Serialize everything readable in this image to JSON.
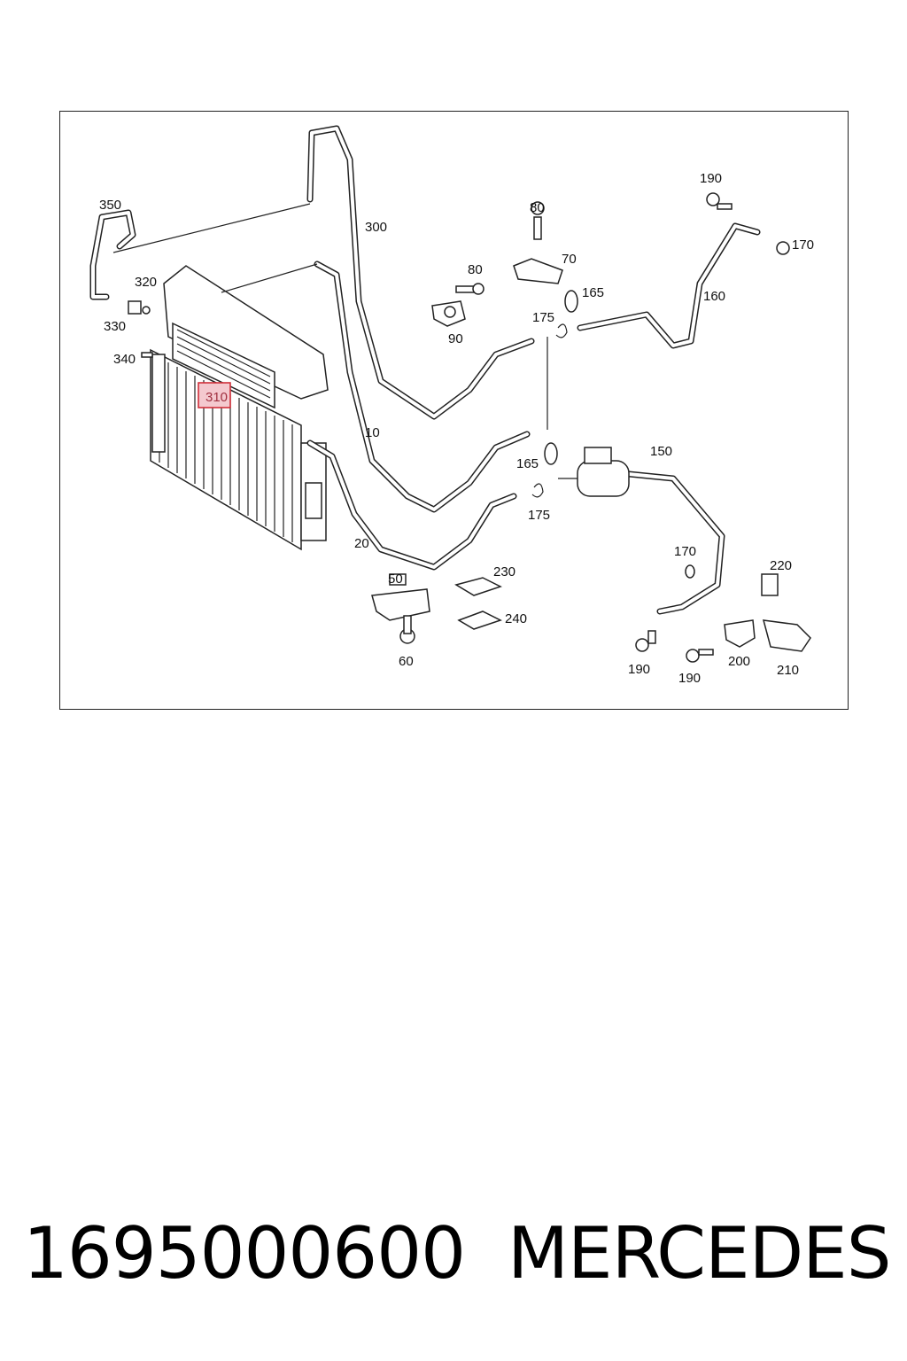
{
  "diagram": {
    "highlighted_part": "310",
    "part_labels": [
      "350",
      "320",
      "330",
      "340",
      "310",
      "300",
      "10",
      "20",
      "80",
      "70",
      "80",
      "90",
      "165",
      "175",
      "165",
      "175",
      "160",
      "190",
      "170",
      "150",
      "50",
      "230",
      "240",
      "60",
      "170",
      "190",
      "190",
      "200",
      "220",
      "210"
    ]
  },
  "caption": {
    "part_number": "1695000600",
    "brand": "MERCEDES"
  }
}
